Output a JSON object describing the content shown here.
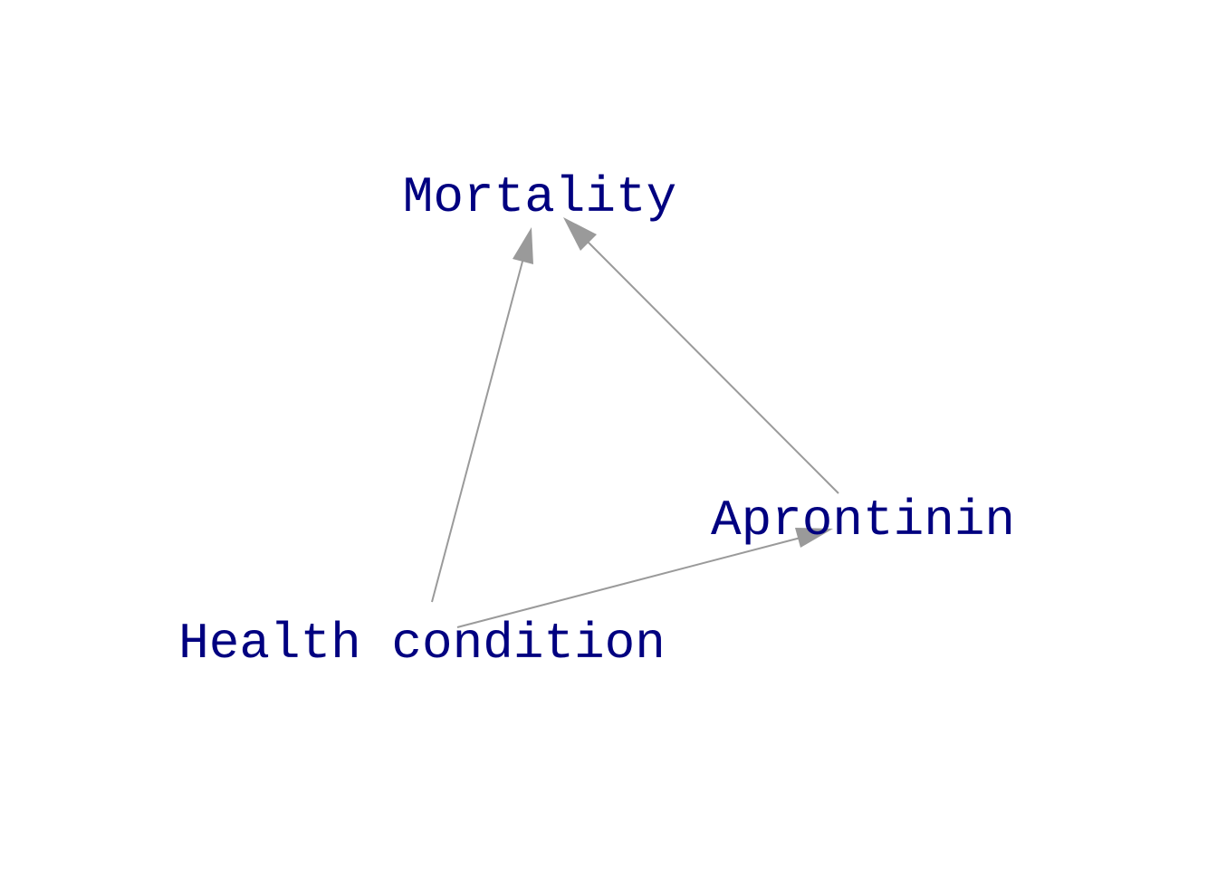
{
  "nodes": [
    {
      "id": "mortality",
      "label": "Mortality"
    },
    {
      "id": "aprontinin",
      "label": "Aprontinin"
    },
    {
      "id": "health_condition",
      "label": "Health condition"
    }
  ],
  "edges": [
    {
      "from": "health_condition",
      "to": "mortality"
    },
    {
      "from": "aprontinin",
      "to": "mortality"
    },
    {
      "from": "health_condition",
      "to": "aprontinin"
    }
  ],
  "colors": {
    "label": "#000080",
    "edge": "#9a9a9a",
    "background": "#ffffff"
  }
}
